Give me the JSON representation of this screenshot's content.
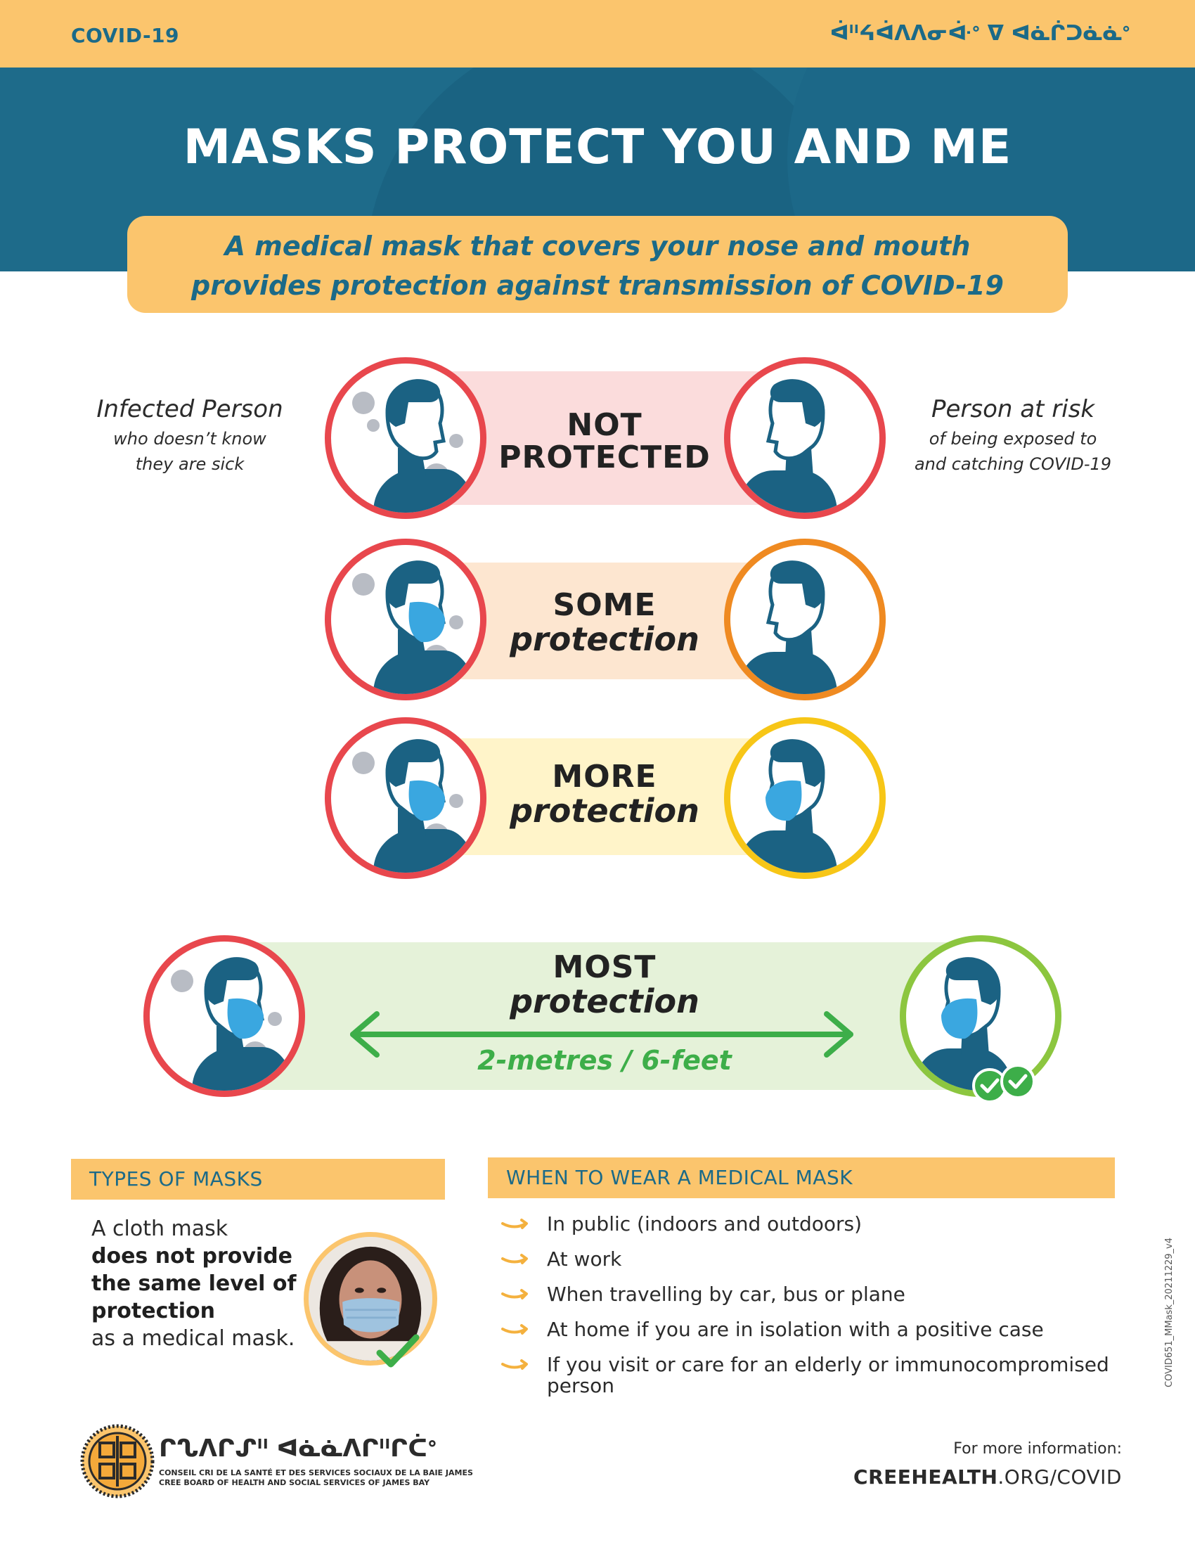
{
  "top": {
    "left_tag": "COVID-19",
    "right_tag": "ᐋᐦᔦᐋᐱᐱᓂᐚᐤ ᐁ ᐊᓈᒌᑐᓈᓈᐤ"
  },
  "title": "MASKS PROTECT YOU AND ME",
  "subtitle": {
    "line1": "A medical mask that covers your nose and mouth",
    "line2": "provides protection against transmission of COVID-19"
  },
  "captions": {
    "left_title": "Infected Person",
    "left_sub1": "who doesn’t know",
    "left_sub2": "they are sick",
    "right_title": "Person at risk",
    "right_sub1": "of being exposed to",
    "right_sub2": "and catching COVID-19"
  },
  "rows": [
    {
      "line1": "NOT",
      "line2": "PROTECTED",
      "band_color": "#fbdcdc",
      "right_ring": "#e8474d",
      "left_mask": false,
      "right_mask": false
    },
    {
      "line1": "SOME",
      "line2": "protection",
      "band_color": "#fde6d0",
      "right_ring": "#ef8a21",
      "left_mask": true,
      "right_mask": false
    },
    {
      "line1": "MORE",
      "line2": "protection",
      "band_color": "#fff4c9",
      "right_ring": "#f7c617",
      "left_mask": true,
      "right_mask": true
    }
  ],
  "most": {
    "line1": "MOST",
    "line2": "protection",
    "distance": "2-metres / 6-feet",
    "band_color": "#e5f2d9",
    "arrow_color": "#3dae49",
    "right_ring": "#8cc63f"
  },
  "types": {
    "header": "TYPES OF MASKS",
    "line1": "A cloth mask",
    "bold": "does not provide the same level of protection",
    "line3": "as a medical mask."
  },
  "when": {
    "header": "WHEN TO WEAR A MEDICAL MASK",
    "items": [
      "In public (indoors and outdoors)",
      "At work",
      "When travelling by car, bus or plane",
      "At home if you are in isolation with a positive case",
      "If you visit or care for an elderly or immunocompromised person"
    ]
  },
  "footer": {
    "info": "For more information:",
    "url_bold": "CREEHEALTH",
    "url_rest": ".ORG/COVID",
    "version": "COVID651_MMask_20211229_v4",
    "org_syllabics": "ᒋᔐᐱᒋᔑᐦ ᐊᓈᓈᐱᒋᐦᒋᑖᐤ",
    "org_fr": "CONSEIL CRI DE LA SANTÉ ET DES SERVICES SOCIAUX DE LA BAIE JAMES",
    "org_en": "CREE BOARD OF HEALTH AND SOCIAL SERVICES OF JAMES BAY"
  },
  "colors": {
    "accent_yellow": "#fbc56d",
    "header_teal": "#1e6b8a",
    "infected_ring": "#e8474d",
    "figure_teal": "#1b6283",
    "mask_blue": "#3aa7e0",
    "virus_gray": "#b8bcc4"
  }
}
